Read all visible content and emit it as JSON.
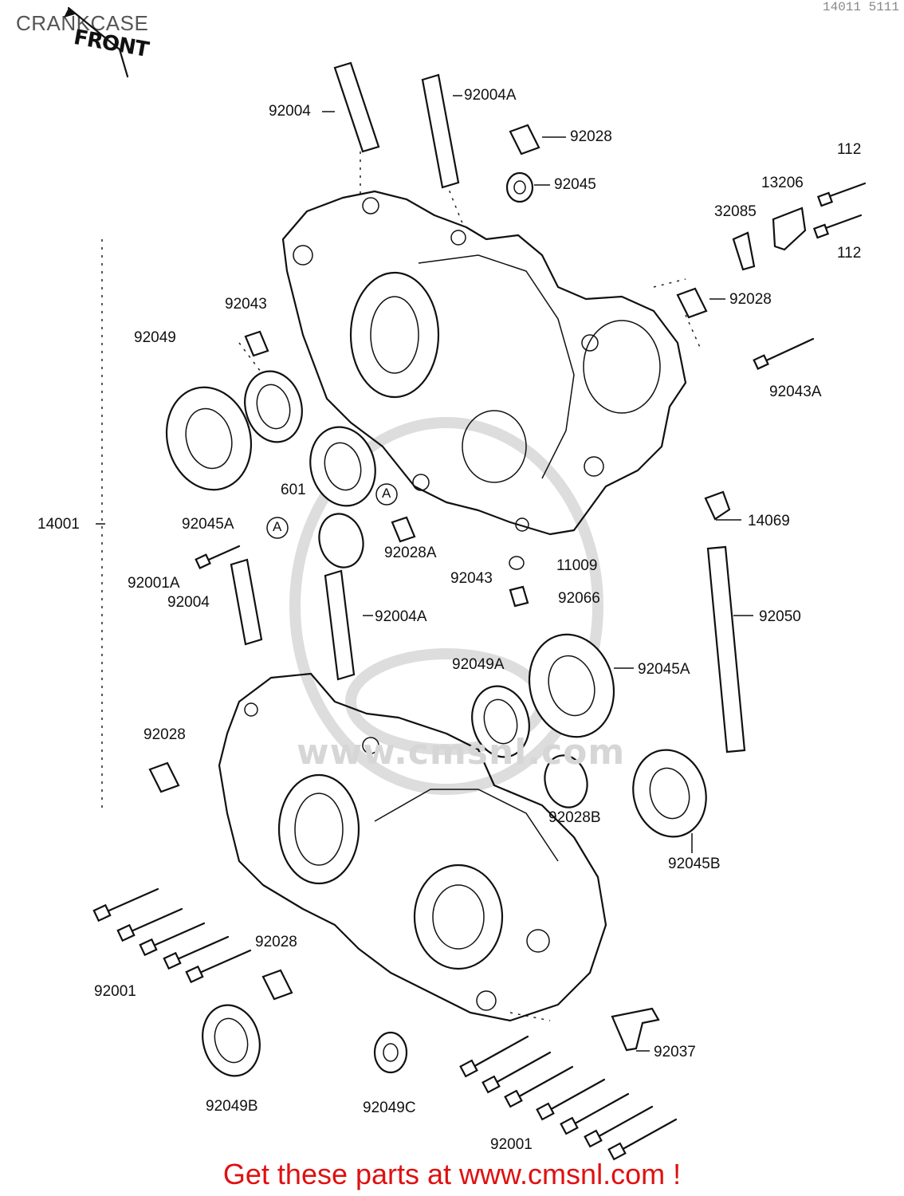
{
  "title": "CRANKCASE",
  "corner_ref": "14011 5111",
  "front_label": "FRONT",
  "watermark": "www.cmsnl.com",
  "footer": "Get these parts at www.cmsnl.com !",
  "parts": [
    {
      "id": "p1",
      "label": "92004"
    },
    {
      "id": "p2",
      "label": "92004A"
    },
    {
      "id": "p3",
      "label": "92028"
    },
    {
      "id": "p4",
      "label": "92045"
    },
    {
      "id": "p5",
      "label": "112"
    },
    {
      "id": "p6",
      "label": "13206"
    },
    {
      "id": "p7",
      "label": "32085"
    },
    {
      "id": "p8",
      "label": "112"
    },
    {
      "id": "p9",
      "label": "92028"
    },
    {
      "id": "p10",
      "label": "92043"
    },
    {
      "id": "p11",
      "label": "92049"
    },
    {
      "id": "p12",
      "label": "92043A"
    },
    {
      "id": "p13",
      "label": "601"
    },
    {
      "id": "p14",
      "label": "14001"
    },
    {
      "id": "p15",
      "label": "92045A"
    },
    {
      "id": "p16",
      "label": "14069"
    },
    {
      "id": "p17",
      "label": "92028A"
    },
    {
      "id": "p18",
      "label": "11009"
    },
    {
      "id": "p19",
      "label": "92043"
    },
    {
      "id": "p20",
      "label": "92001A"
    },
    {
      "id": "p21",
      "label": "92004"
    },
    {
      "id": "p22",
      "label": "92066"
    },
    {
      "id": "p23",
      "label": "92004A"
    },
    {
      "id": "p24",
      "label": "92050"
    },
    {
      "id": "p25",
      "label": "92049A"
    },
    {
      "id": "p26",
      "label": "92045A"
    },
    {
      "id": "p27",
      "label": "92028"
    },
    {
      "id": "p28",
      "label": "92028B"
    },
    {
      "id": "p29",
      "label": "92045B"
    },
    {
      "id": "p30",
      "label": "92028"
    },
    {
      "id": "p31",
      "label": "92001"
    },
    {
      "id": "p32",
      "label": "92037"
    },
    {
      "id": "p33",
      "label": "92049B"
    },
    {
      "id": "p34",
      "label": "92049C"
    },
    {
      "id": "p35",
      "label": "92001"
    }
  ],
  "markers": [
    {
      "id": "m1",
      "label": "A"
    },
    {
      "id": "m2",
      "label": "A"
    }
  ]
}
